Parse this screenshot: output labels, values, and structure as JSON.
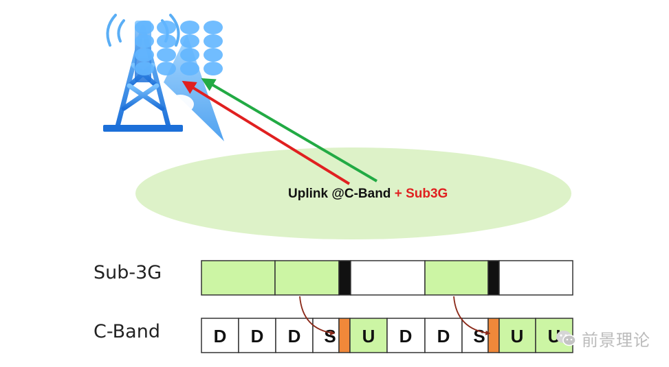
{
  "figure": {
    "uplink_label": "Uplink @C-Band",
    "plus": "+",
    "sub3g_text": "Sub3G",
    "rows": {
      "sub3g_label": "Sub-3G",
      "cband_label": "C-Band"
    },
    "cband_slots": [
      "D",
      "D",
      "D",
      "S",
      "U",
      "D",
      "D",
      "S",
      "U",
      "U"
    ],
    "watermark": "前景理论",
    "colors": {
      "green_fill": "#ccf5a4",
      "orange": "#f0883a",
      "black_bar": "#111111",
      "ellipse": "#ddf2c8",
      "uplink_red": "#e02020",
      "uplink_green": "#22aa44",
      "tower_blue": "#2f8fe8"
    }
  }
}
